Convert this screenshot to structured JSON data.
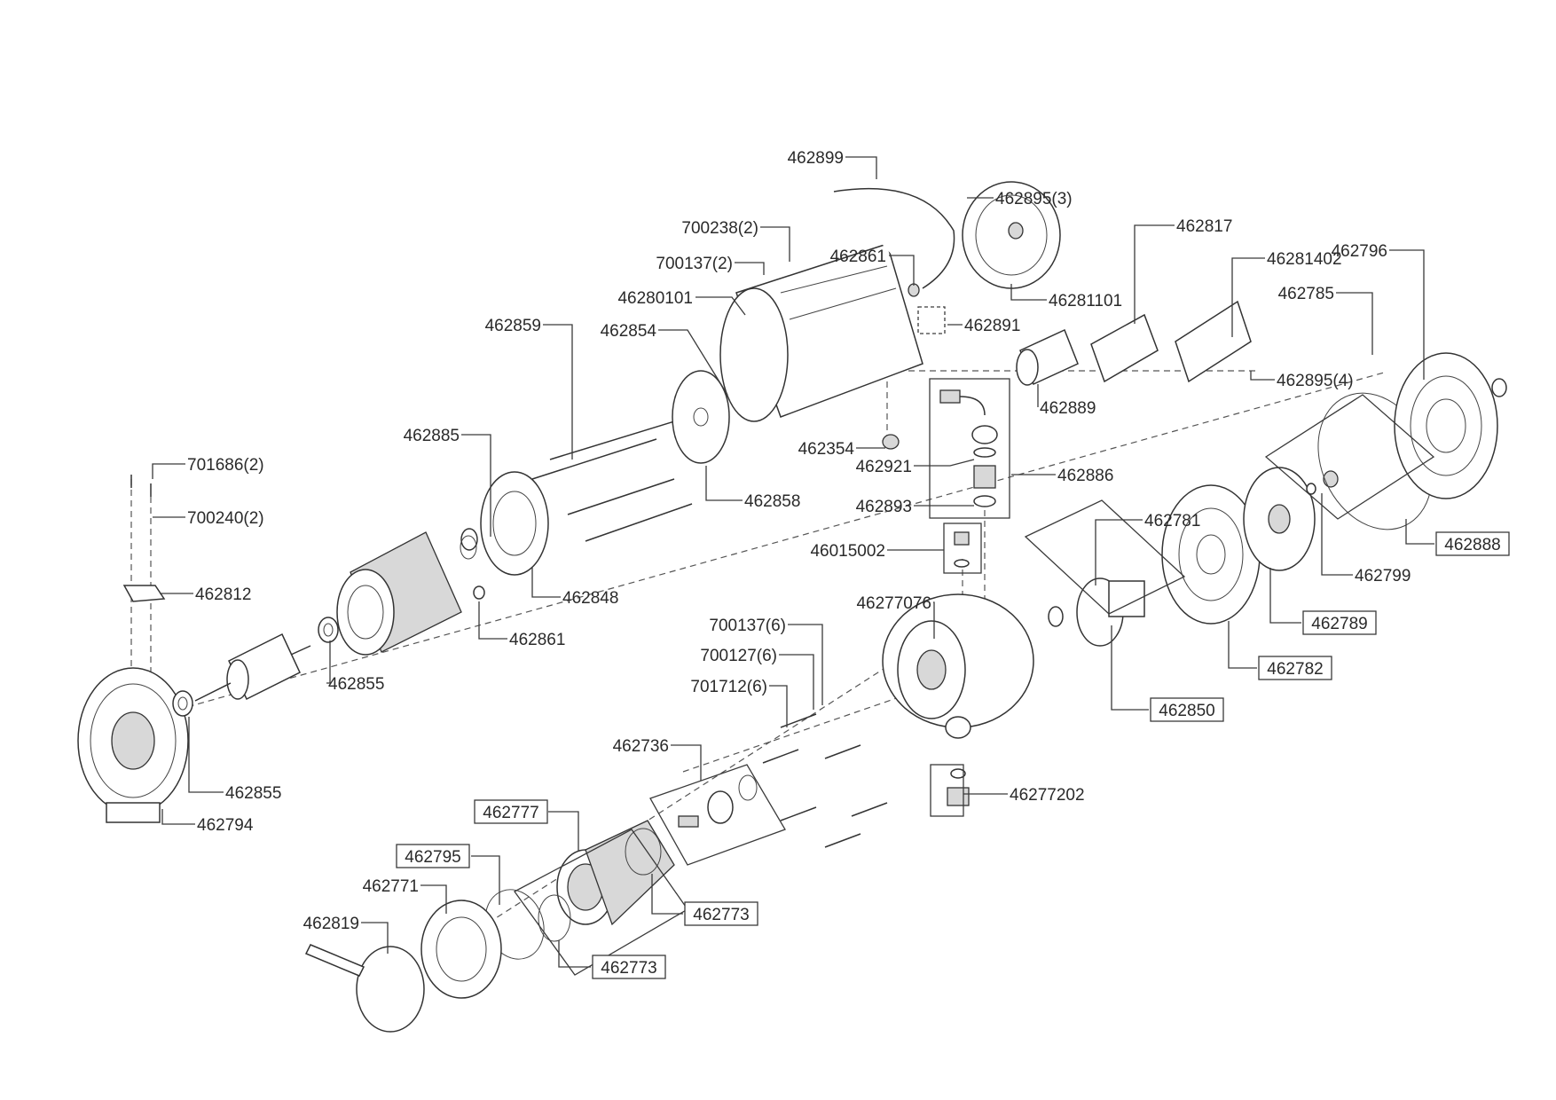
{
  "diagram": {
    "title": "Pump exploded parts view",
    "labels": {
      "p462899": "462899",
      "p700238": "700238(2)",
      "p700137a": "700137(2)",
      "p462861a": "462861",
      "p46280101": "46280101",
      "p462859": "462859",
      "p462854": "462854",
      "p462895_3": "462895(3)",
      "p462817": "462817",
      "p46281402": "46281402",
      "p462796": "462796",
      "p462785": "462785",
      "p46281101": "46281101",
      "p462891": "462891",
      "p462895_4": "462895(4)",
      "p462889": "462889",
      "p462885": "462885",
      "p462354": "462354",
      "p462921": "462921",
      "p462886": "462886",
      "p462893": "462893",
      "p462858": "462858",
      "p701686": "701686(2)",
      "p700240": "700240(2)",
      "p462812": "462812",
      "p462848": "462848",
      "p462861b": "462861",
      "p462855a": "462855",
      "p462855b": "462855",
      "p462794": "462794",
      "p46015002": "46015002",
      "p462781": "462781",
      "p462888": "462888",
      "p462799": "462799",
      "p462789": "462789",
      "p46277076": "46277076",
      "p462782": "462782",
      "p462850": "462850",
      "p700137b": "700137(6)",
      "p700127": "700127(6)",
      "p701712": "701712(6)",
      "p462736": "462736",
      "p46277202": "46277202",
      "p462777": "462777",
      "p462795": "462795",
      "p462771": "462771",
      "p462773a": "462773",
      "p462819": "462819",
      "p462773b": "462773"
    }
  }
}
